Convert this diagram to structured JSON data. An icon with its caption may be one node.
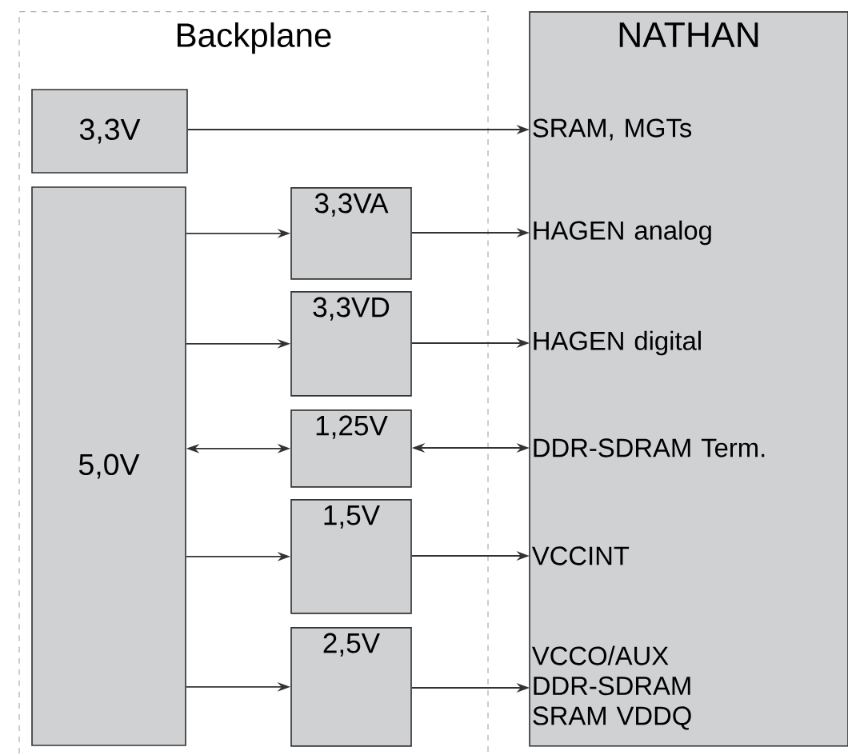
{
  "diagram": {
    "nodes": [
      {
        "text": [
          "Backplane"
        ]
      },
      {
        "text": [
          "3,3V"
        ],
        "in": 0
      },
      {
        "text": [
          "5,0V"
        ],
        "in": 0
      },
      {
        "text": [
          "3,3VA"
        ],
        "in": 0
      },
      {
        "text": [
          "3,3VD"
        ],
        "in": 0
      },
      {
        "text": [
          "1,25V"
        ],
        "in": 0
      },
      {
        "text": [
          "1,5V"
        ],
        "in": 0
      },
      {
        "text": [
          "2,5V"
        ],
        "in": 0
      },
      {
        "text": [
          "NATHAN"
        ]
      },
      {
        "text": [
          "SRAM, MGTs"
        ],
        "in": 8
      },
      {
        "text": [
          "HAGEN analog"
        ],
        "in": 8
      },
      {
        "text": [
          "HAGEN digital"
        ],
        "in": 8
      },
      {
        "text": [
          "DDR-SDRAM Term."
        ],
        "in": 8
      },
      {
        "text": [
          "VCCINT"
        ],
        "in": 8
      },
      {
        "text": [
          "VCCO/AUX DDR-SDRAM SRAM VDDQ"
        ],
        "in": 8
      }
    ],
    "edges": [
      {
        "from": 1,
        "to": 9,
        "arrow": "to"
      },
      {
        "from": 2,
        "to": 3,
        "arrow": "to"
      },
      {
        "from": 3,
        "to": 10,
        "arrow": "to"
      },
      {
        "from": 2,
        "to": 4,
        "arrow": "to"
      },
      {
        "from": 4,
        "to": 11,
        "arrow": "to"
      },
      {
        "from": 2,
        "to": 5,
        "arrow": "both"
      },
      {
        "from": 5,
        "to": 12,
        "arrow": "both"
      },
      {
        "from": 2,
        "to": 6,
        "arrow": "to"
      },
      {
        "from": 6,
        "to": 13,
        "arrow": "to"
      },
      {
        "from": 2,
        "to": 7,
        "arrow": "to"
      },
      {
        "from": 7,
        "to": 14,
        "arrow": "to"
      }
    ]
  }
}
